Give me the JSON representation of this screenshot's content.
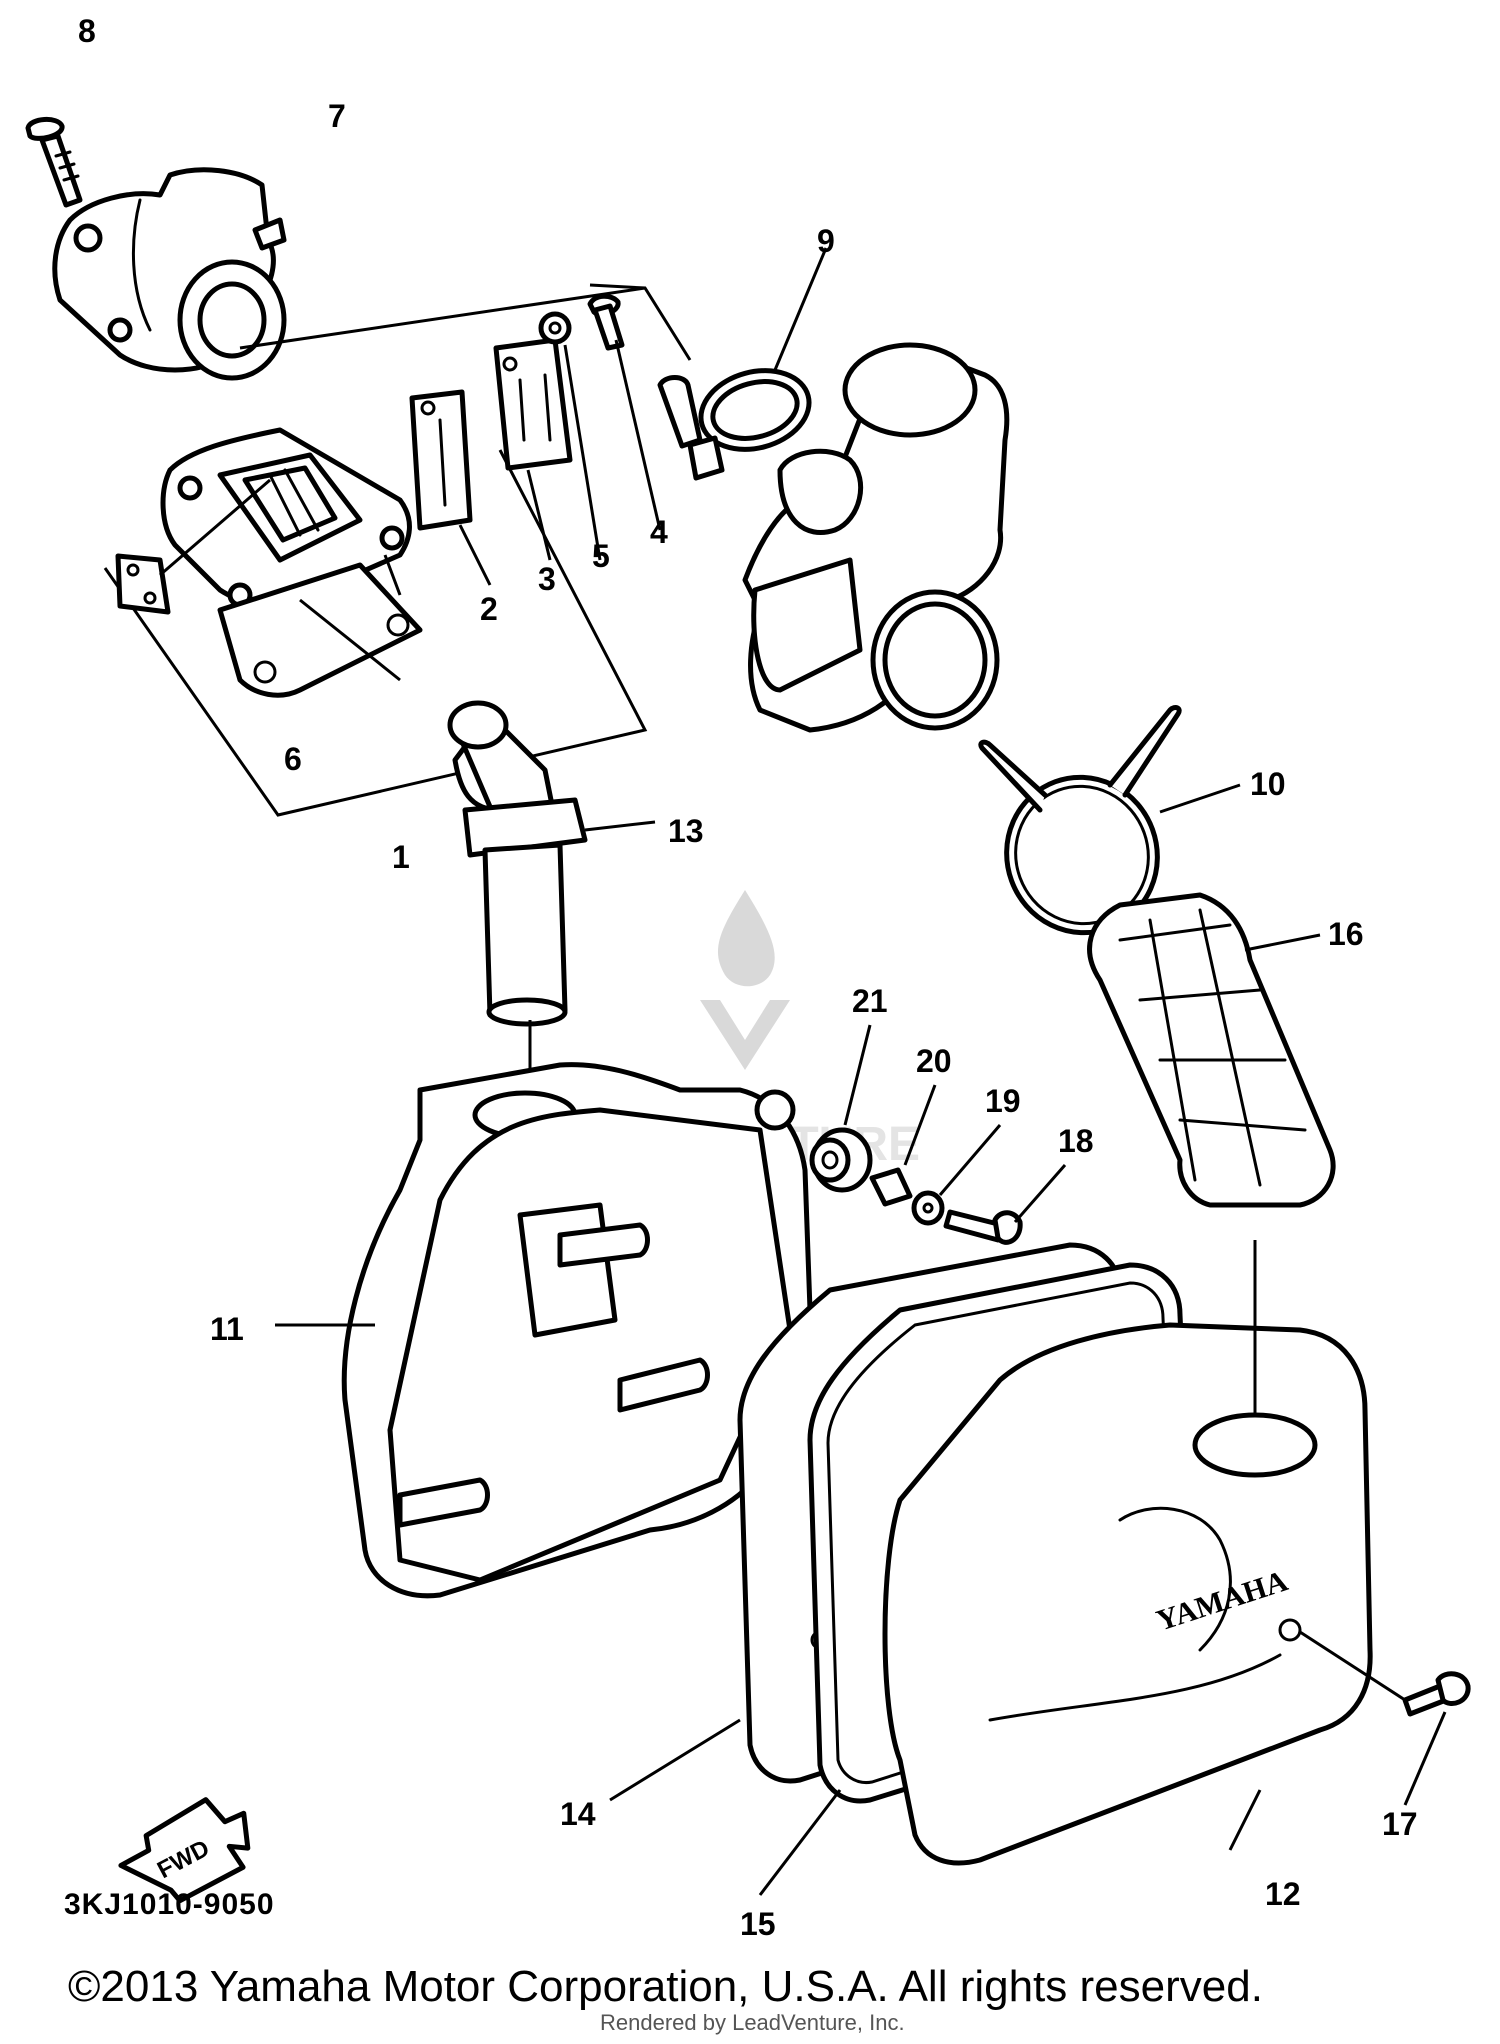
{
  "diagram": {
    "callouts": [
      {
        "id": "1",
        "text": "1"
      },
      {
        "id": "2",
        "text": "2"
      },
      {
        "id": "3",
        "text": "3"
      },
      {
        "id": "4",
        "text": "4"
      },
      {
        "id": "5",
        "text": "5"
      },
      {
        "id": "6",
        "text": "6"
      },
      {
        "id": "7",
        "text": "7"
      },
      {
        "id": "8",
        "text": "8"
      },
      {
        "id": "9",
        "text": "9"
      },
      {
        "id": "10",
        "text": "10"
      },
      {
        "id": "11",
        "text": "11"
      },
      {
        "id": "12",
        "text": "12"
      },
      {
        "id": "13",
        "text": "13"
      },
      {
        "id": "14",
        "text": "14"
      },
      {
        "id": "15",
        "text": "15"
      },
      {
        "id": "16",
        "text": "16"
      },
      {
        "id": "17",
        "text": "17"
      },
      {
        "id": "18",
        "text": "18"
      },
      {
        "id": "19",
        "text": "19"
      },
      {
        "id": "20",
        "text": "20"
      },
      {
        "id": "21",
        "text": "21"
      }
    ],
    "case_logo": "YAMAHA",
    "fwd_arrow_label": "FWD"
  },
  "footer": {
    "diagram_code": "3KJ1010-9050",
    "copyright": "©2013 Yamaha Motor Corporation, U.S.A. All rights reserved.",
    "rendered_by": "Rendered by LeadVenture, Inc."
  },
  "watermark": {
    "text": "LEADVENTURE",
    "color": "#d9d9d9"
  }
}
